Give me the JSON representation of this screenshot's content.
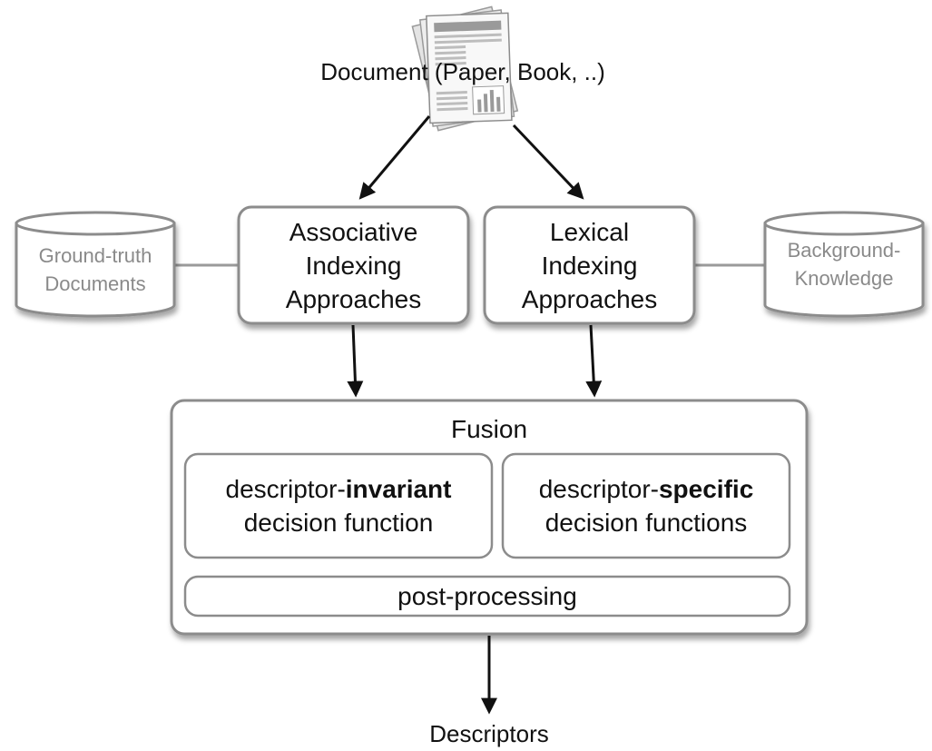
{
  "document": {
    "label": "Document (Paper, Book, ..)",
    "icon": "newspaper-icon"
  },
  "ground_truth": {
    "line1": "Ground-truth",
    "line2": "Documents"
  },
  "background_knowledge": {
    "line1": "Background-",
    "line2": "Knowledge"
  },
  "associative": {
    "line1": "Associative",
    "line2": "Indexing",
    "line3": "Approaches"
  },
  "lexical": {
    "line1": "Lexical",
    "line2": "Indexing",
    "line3": "Approaches"
  },
  "fusion": {
    "title": "Fusion",
    "invariant": {
      "prefix": "descriptor-",
      "emphasis": "invariant",
      "line2": "decision function"
    },
    "specific": {
      "prefix": "descriptor-",
      "emphasis": "specific",
      "line2": "decision functions"
    },
    "post_processing": "post-processing"
  },
  "output": {
    "label": "Descriptors"
  },
  "colors": {
    "box_stroke": "#8c8c8c",
    "arrow": "#111111",
    "connector": "#9a9a9a",
    "muted_text": "#8a8a8a"
  }
}
